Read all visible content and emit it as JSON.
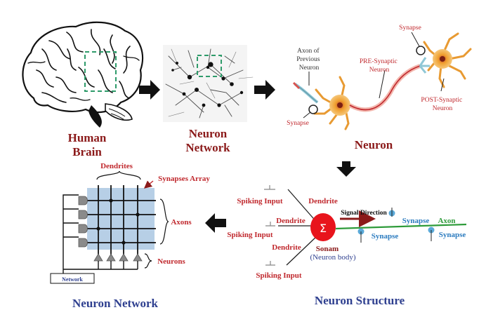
{
  "panels": {
    "brain_title": [
      "Human",
      "Brain"
    ],
    "network_title": [
      "Neuron",
      "Network"
    ],
    "neuron_title": "Neuron",
    "crossbar_title": "Neuron Network",
    "structure_title": "Neuron Structure"
  },
  "neuron_labels": {
    "axon_prev": [
      "Axon of",
      "Previous",
      "Neuron"
    ],
    "pre_synaptic": [
      "PRE-Synaptic",
      "Neuron"
    ],
    "post_synaptic": [
      "POST-Synaptic",
      "Neuron"
    ],
    "synapse_top": "Synapse",
    "synapse_left": "Synapse"
  },
  "crossbar_labels": {
    "dendrites": "Dendrites",
    "synapses_array": "Synapses Array",
    "axons": "Axons",
    "neurons": "Neurons",
    "network_box": "Network"
  },
  "structure_labels": {
    "spiking_input_top": "Spiking Input",
    "spiking_input_mid": "Spiking Input",
    "spiking_input_bot": "Spiking Input",
    "dendrite_top": "Dendrite",
    "dendrite_mid": "Dendrite",
    "dendrite_bot": "Dendrite",
    "signal_direction": "Signal Direction",
    "sigma": "Σ",
    "soma": "Sonam",
    "soma_sub": "(Neuron body)",
    "synapse_a": "Synapse",
    "synapse_b": "Synapse",
    "synapse_c": "Synapse",
    "axon": "Axon"
  },
  "colors": {
    "title_red": "#8b1a1a",
    "title_blue": "#2e3f8f",
    "label_red": "#c0282d",
    "synapse_blue": "#2b7bbf",
    "axon_green": "#2e9b3a",
    "soma_red": "#e8141c",
    "grid_blue": "#b7cfe6"
  }
}
